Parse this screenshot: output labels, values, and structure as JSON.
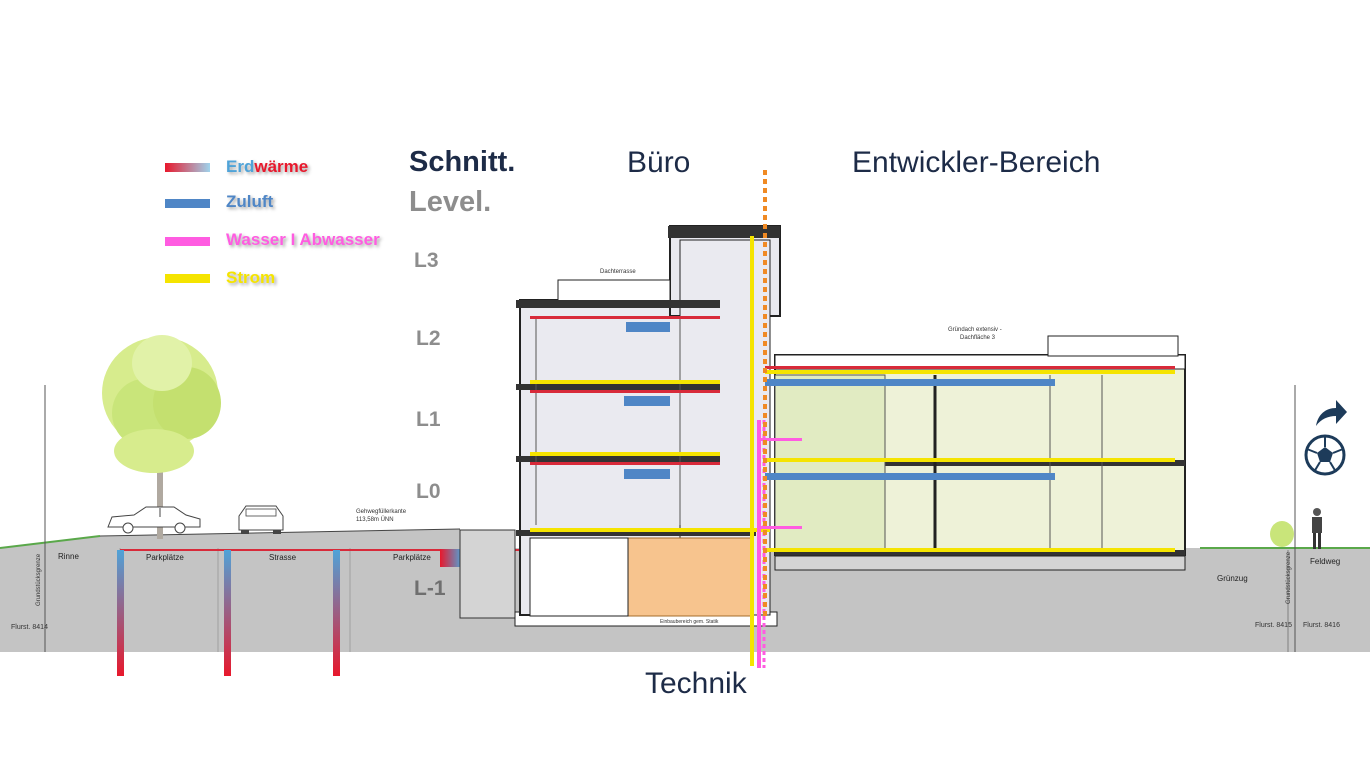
{
  "headings": {
    "schnitt": "Schnitt.",
    "level": "Level.",
    "buero": "Büro",
    "entwickler": "Entwickler-Bereich",
    "technik": "Technik"
  },
  "legend": [
    {
      "part1": "Erd",
      "part2": "wärme",
      "color1": "#4fa3d8",
      "color2": "#e8182c"
    },
    {
      "part1": "Zuluft",
      "part2": "",
      "color1": "#4f86c6",
      "color2": ""
    },
    {
      "part1": "Wasser I Abwasser",
      "part2": "",
      "color1": "#ff5ce1",
      "color2": ""
    },
    {
      "part1": "Strom",
      "part2": "",
      "color1": "#f5e400",
      "color2": ""
    }
  ],
  "levels": [
    "L3",
    "L2",
    "L1",
    "L0",
    "L-1"
  ],
  "site_labels": {
    "rinne": "Rinne",
    "parkplaetze_1": "Parkplätze",
    "strasse": "Strasse",
    "parkplaetze_2": "Parkplätze",
    "gruenzug": "Grünzug",
    "feldweg": "Feldweg",
    "flurst_left": "Flurst. 8414",
    "flurst_mid": "Flurst. 8415",
    "flurst_right": "Flurst. 8416",
    "grundstueck_left": "Grundstücksgrenze",
    "grundstueck_right": "Grundstücksgrenze",
    "gehweg_1": "Gehwegfüllerkante",
    "gehweg_2": "113,58m ÜNN",
    "dachterrasse": "Dachterrasse",
    "gruendach_1": "Gründach extensiv -",
    "gruendach_2": "Dachfläche 3",
    "technik_floor": "Einbaubereich gem. Statik"
  },
  "colors": {
    "heading": "#1d2b47",
    "level_gray": "#8d8d8d",
    "ground": "#c4c4c4",
    "zuluft": "#4f86c6",
    "strom": "#f5e400",
    "wasser": "#ff5ce1",
    "erdwaerme_red": "#e8182c",
    "erdwaerme_blue": "#4fa3d8",
    "office_fill": "#eaeaf0",
    "developer_fill": "#eef2d8",
    "technik_fill": "#f7c48e",
    "shaft_orange": "#f08a24",
    "accent_arrow": "#1d3b5a"
  },
  "icons": [
    "tree-icon",
    "car-icon",
    "person-icon",
    "football-icon",
    "share-arrow-icon"
  ]
}
